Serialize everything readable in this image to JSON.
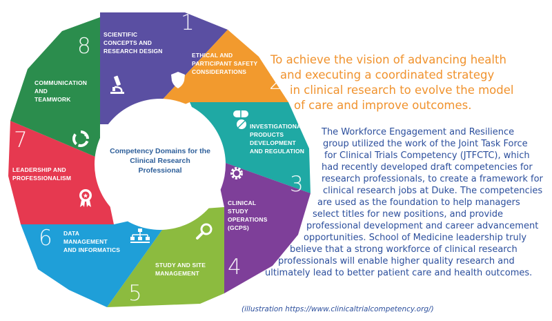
{
  "diagram": {
    "center_label": "Competency Domains for the\nClinical Research Professional",
    "segments": [
      {
        "number": "1",
        "label": "Scientific\nConcepts and\nResearch Design",
        "color": "#5a4fa2",
        "icon": "microscope-icon"
      },
      {
        "number": "2",
        "label": "Ethical and\nParticipant Safety\nConsiderations",
        "color": "#f29a2e",
        "icon": "shield-icon"
      },
      {
        "number": "3",
        "label": "Investigational\nProducts\nDevelopment\nand Regulation",
        "color": "#1fa9a4",
        "icon": "pill-icon"
      },
      {
        "number": "4",
        "label": "Clinical\nStudy\nOperations\n(GCPs)",
        "color": "#7e3f99",
        "icon": "gear-icon"
      },
      {
        "number": "5",
        "label": "Study and Site\nManagement",
        "color": "#8cbb3f",
        "icon": "magnifier-icon"
      },
      {
        "number": "6",
        "label": "Data\nManagement\nand Informatics",
        "color": "#1f9fd8",
        "icon": "org-chart-icon"
      },
      {
        "number": "7",
        "label": "Leadership and\nProfessionalism",
        "color": "#e63950",
        "icon": "award-icon"
      },
      {
        "number": "8",
        "label": "Communication\nand\nTeamwork",
        "color": "#2b8d4d",
        "icon": "cycle-icon"
      }
    ]
  },
  "headline": [
    "To achieve the vision of advancing health",
    "and executing a coordinated strategy",
    "in clinical research to evolve the model",
    "of care and improve outcomes."
  ],
  "body": [
    "The Workforce Engagement and Resilience",
    "group utilized the work of the Joint Task Force",
    "for Clinical Trials Competency (JTFCTC), which",
    "had recently developed draft competencies for",
    "research professionals, to create a framework for",
    "clinical research jobs at Duke. The competencies",
    "are used as the foundation to help managers",
    "select titles for new positions, and provide",
    "professional development and career advancement",
    "opportunities. School of Medicine leadership truly",
    "believe that a strong workforce of clinical research",
    "professionals will enable higher quality research and",
    "ultimately lead to better patient care and health outcomes."
  ],
  "caption": "(illustration https://www.clinicaltrialcompetency.org/)"
}
